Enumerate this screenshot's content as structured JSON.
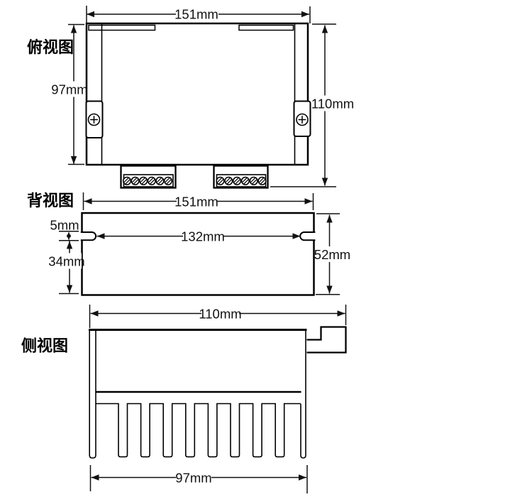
{
  "page": {
    "background": "#ffffff",
    "line_color": "#000000",
    "text_color": "#111111",
    "drawing_type": "mechanical dimension drawing, three orthographic views of a stepper driver housing"
  },
  "views": {
    "top": {
      "label": "俯视图",
      "dim_width": "151mm",
      "dim_depth": "97mm",
      "dim_overall": "110mm"
    },
    "back": {
      "label": "背视图",
      "dim_width": "151mm",
      "dim_slot_span": "132mm",
      "dim_slot_height": "5mm",
      "dim_below_slot": "34mm",
      "dim_height": "52mm"
    },
    "side": {
      "label": "侧视图",
      "dim_overall_width": "110mm",
      "dim_heatsink_width": "97mm"
    }
  }
}
